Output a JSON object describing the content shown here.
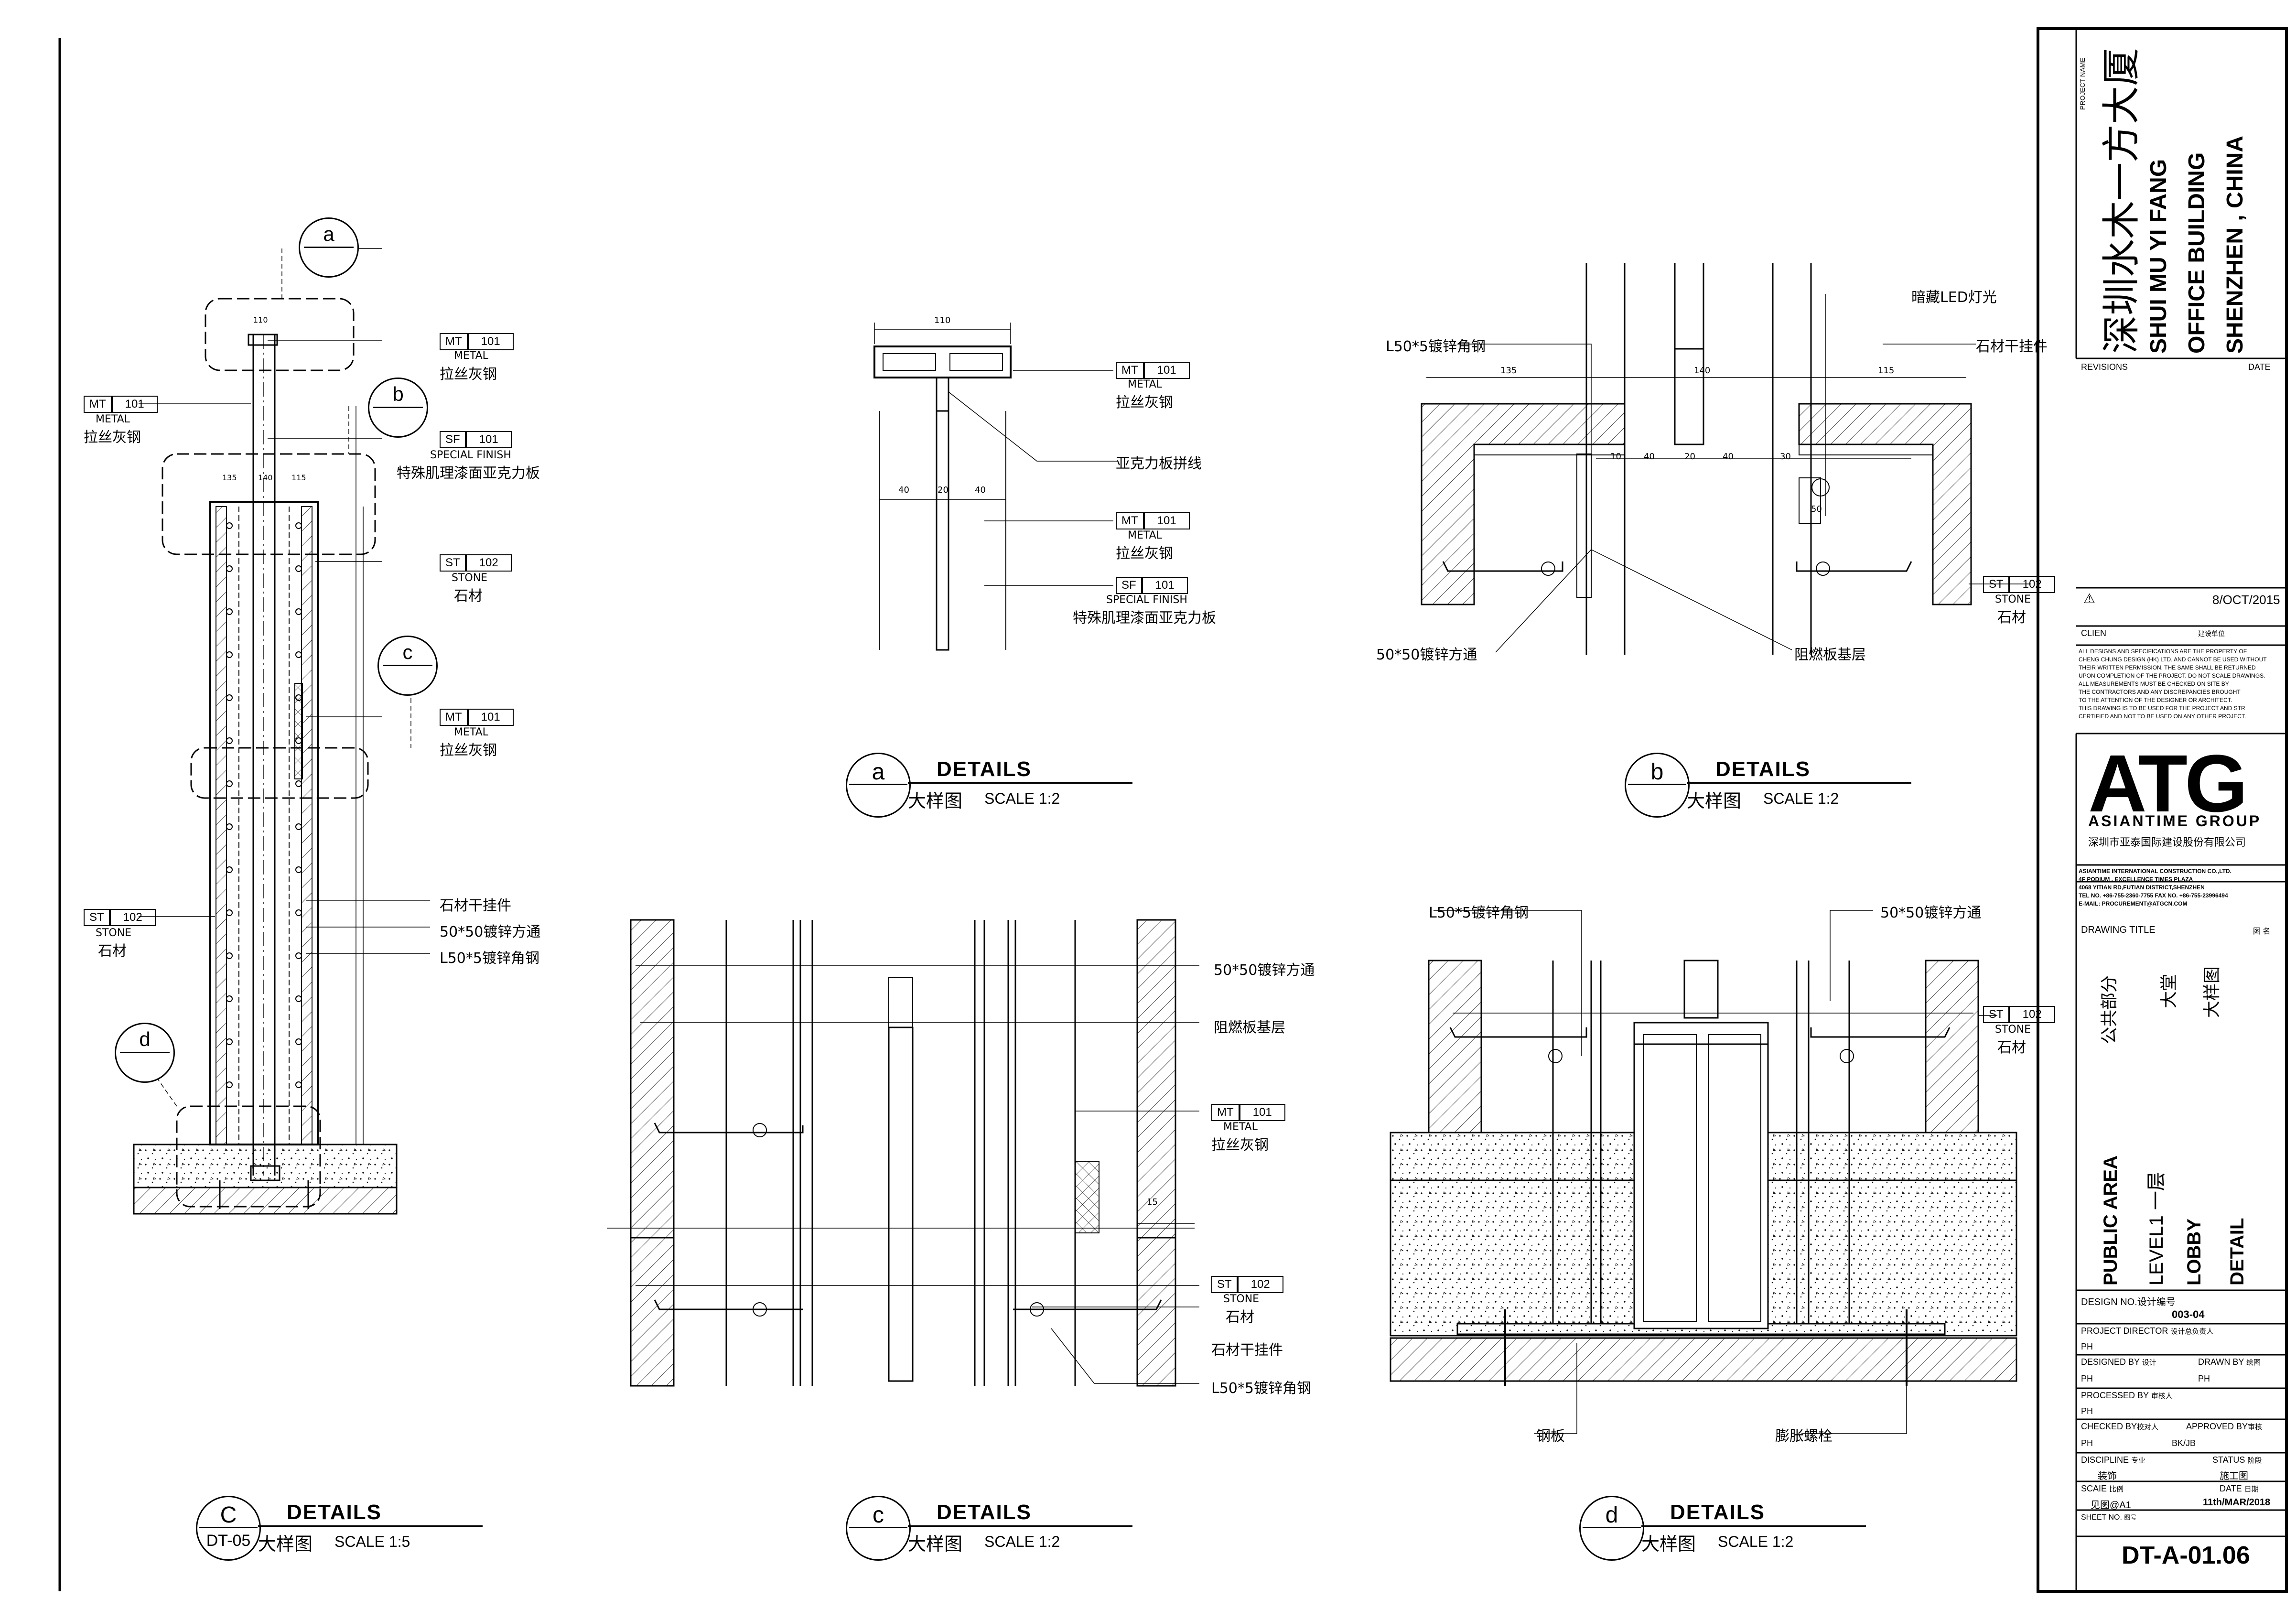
{
  "tags": {
    "mt_code": "MT",
    "mt_num": "101",
    "mt_en": "METAL",
    "mt_cn": "拉丝灰钢",
    "st_code": "ST",
    "st_num": "102",
    "st_en": "STONE",
    "st_cn": "石材",
    "sf_code": "SF",
    "sf_num": "101",
    "sf_en": "SPECIAL FINISH",
    "sf_cn": "特殊肌理漆面亚克力板"
  },
  "notes": {
    "stone_hanger": "石材干挂件",
    "square_tube": "50*50镀锌方通",
    "angle_steel": "L50*5镀锌角钢",
    "acrylic_line": "亚克力板拼线",
    "fire_board": "阻燃板基层",
    "hidden_led": "暗藏LED灯光",
    "steel_plate": "钢板",
    "expansion_bolt": "膨胀螺栓"
  },
  "dims": {
    "d110": "110",
    "d135": "135",
    "d140": "140",
    "d115": "115",
    "d40": "40",
    "d20": "20",
    "d10": "10",
    "d30": "30",
    "d50": "50",
    "d15": "15"
  },
  "callouts": {
    "a": "a",
    "b": "b",
    "c": "c",
    "d": "d",
    "dt05": "DT-05"
  },
  "details": [
    {
      "letter": "C",
      "sub": "DT-05",
      "title": "DETAILS",
      "cn": "大样图",
      "scale": "SCALE  1:5"
    },
    {
      "letter": "a",
      "sub": "",
      "title": "DETAILS",
      "cn": "大样图",
      "scale": "SCALE  1:2"
    },
    {
      "letter": "b",
      "sub": "",
      "title": "DETAILS",
      "cn": "大样图",
      "scale": "SCALE  1:2"
    },
    {
      "letter": "c",
      "sub": "",
      "title": "DETAILS",
      "cn": "大样图",
      "scale": "SCALE  1:2"
    },
    {
      "letter": "d",
      "sub": "",
      "title": "DETAILS",
      "cn": "大样图",
      "scale": "SCALE  1:2"
    }
  ],
  "title_block": {
    "project_name_label": "PROJECT NAME",
    "project_cn": "深圳水木一方大厦",
    "project_en_1": "SHUI MU YI FANG",
    "project_en_2": "OFFICE BUILDING",
    "project_en_3": "SHENZHEN , CHINA",
    "revisions": "REVISIONS",
    "date_label": "DATE",
    "rev_date": "8/OCT/2015",
    "client": "CLIEN",
    "client_cn": "建设单位",
    "disclaimer": [
      "ALL DESIGNS AND SPECIFICATIONS ARE THE PROPERTY OF",
      "CHENG CHUNG DESIGN (HK) LTD. AND CANNOT BE USED WITHOUT",
      "THEIR WRITTEN PERMISSION. THE SAME SHALL BE RETURNED",
      "UPON COMPLETION OF THE PROJECT. DO NOT SCALE DRAWINGS.",
      "ALL MEASUREMENTS MUST BE CHECKED ON SITE BY",
      "THE CONTRACTORS AND ANY DISCREPANCIES BROUGHT",
      "TO THE ATTENTION OF THE DESIGNER OR ARCHITECT.",
      "THIS DRAWING IS TO BE USED FOR THE PROJECT AND STR",
      "CERTIFIED AND NOT TO BE USED ON ANY OTHER PROJECT."
    ],
    "logo": "ATG",
    "logo_sub": "ASIANTIME GROUP",
    "logo_cn": "深圳市亚泰国际建设股份有限公司",
    "company": [
      "ASIANTIME INTERNATIONAL CONSTRUCTION CO.,LTD.",
      "4F PODIUM , EXCELLENCE TIMES PLAZA",
      "4068 YITIAN RD,FUTIAN DISTRICT,SHENZHEN",
      "TEL NO. +86-755-2360-7755  FAX NO. +86-755-23996494",
      "E-MAIL: PROCUREMENT@ATGCN.COM"
    ],
    "drawing_title_label": "DRAWING TITLE",
    "drawing_title_cn_label": "图 名",
    "title_cn_1": "公共部分",
    "title_cn_2": "大堂",
    "title_cn_3": "大样图",
    "title_en_1": "PUBLIC AREA",
    "title_en_2": "LEVEL1 一层",
    "title_en_3": "LOBBY",
    "title_en_4": "DETAIL",
    "design_no_label": "DESIGN NO.设计编号",
    "design_no": "003-04",
    "project_director": "PROJECT DIRECTOR",
    "project_director_cn": "设计总负责人",
    "pd_val": "PH",
    "designed_by": "DESIGNED BY",
    "designed_by_cn": "设计",
    "drawn_by": "DRAWN BY",
    "drawn_by_cn": "绘图",
    "designed_val": "PH",
    "drawn_val": "PH",
    "processed_by": "PROCESSED BY",
    "processed_by_cn": "审核人",
    "processed_val": "PH",
    "checked_by": "CHECKED BY",
    "checked_by_cn": "校对人",
    "approved_by": "APPROVED BY",
    "approved_by_cn": "审核",
    "checked_val": "PH",
    "approved_val": "BK/JB",
    "discipline": "DISCIPLINE",
    "discipline_cn": "专业",
    "status": "STATUS",
    "status_cn": "阶段",
    "discipline_val": "装饰",
    "status_val": "施工图",
    "scale_label": "SCAIE",
    "scale_cn": "比例",
    "date2_label": "DATE",
    "date2_cn": "日期",
    "scale_val": "见图@A1",
    "date_val": "11th/MAR/2018",
    "sheet_no_label": "SHEET NO.",
    "sheet_no_cn": "图号",
    "sheet_no": "DT-A-01.06"
  }
}
